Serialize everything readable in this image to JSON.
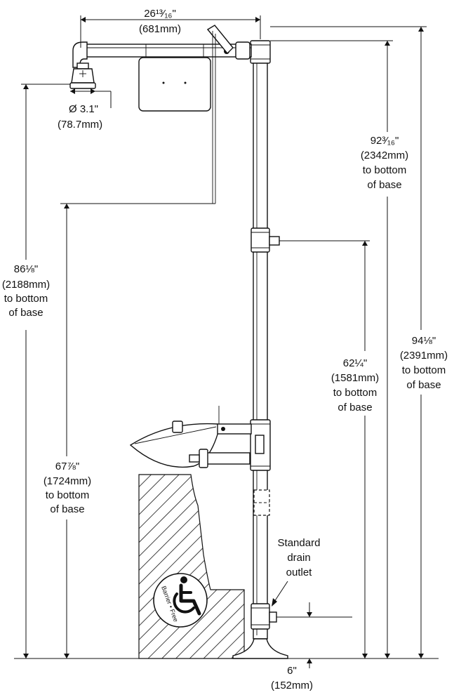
{
  "diagram": {
    "labels": {
      "arm_width": "26¹³⁄₁₆\"",
      "arm_width_mm": "(681mm)",
      "head_dia": "Ø 3.1\"",
      "head_dia_mm": "(78.7mm)",
      "height_head_in": "86⅛\"",
      "height_head_mm": "(2188mm)",
      "height_head_t1": "to bottom",
      "height_head_t2": "of base",
      "height_pull_in": "67⅞\"",
      "height_pull_mm": "(1724mm)",
      "height_pull_t1": "to bottom",
      "height_pull_t2": "of base",
      "height_top_in": "92³⁄₁₆\"",
      "height_top_mm": "(2342mm)",
      "height_top_t1": "to bottom",
      "height_top_t2": "of base",
      "height_inlet_in": "62¼\"",
      "height_inlet_mm": "(1581mm)",
      "height_inlet_t1": "to bottom",
      "height_inlet_t2": "of base",
      "height_total_in": "94⅛\"",
      "height_total_mm": "(2391mm)",
      "height_total_t1": "to bottom",
      "height_total_t2": "of base",
      "drain_t1": "Standard",
      "drain_t2": "drain",
      "drain_t3": "outlet",
      "drain_height_in": "6\"",
      "drain_height_mm": "(152mm)",
      "badge_text": "Barrier • Free"
    },
    "icons": [
      "wheelchair-accessibility-icon"
    ]
  }
}
